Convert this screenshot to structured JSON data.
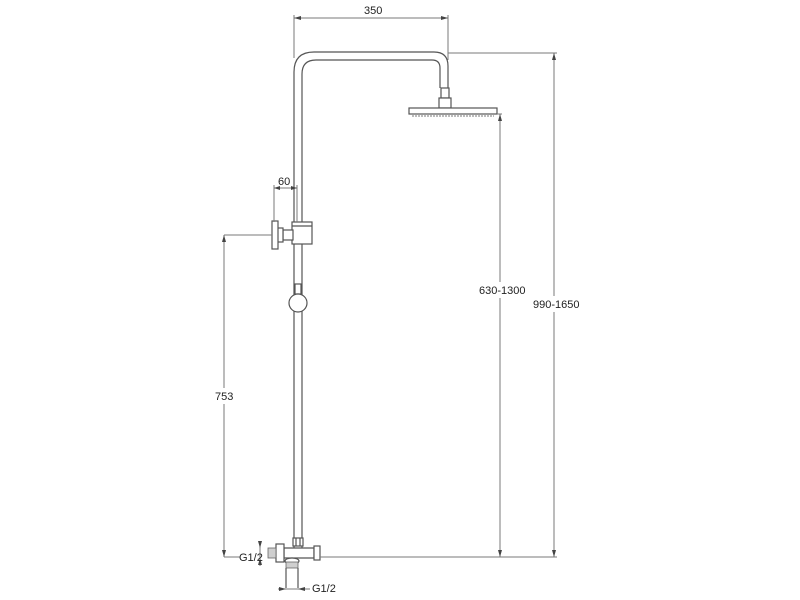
{
  "diagram": {
    "type": "technical drawing",
    "subject": "shower column with overhead rain shower, mixer and hand shower holder",
    "dimensions": {
      "arm_length": "350",
      "holder_offset": "60",
      "holder_height": "753",
      "head_height": "630-1300",
      "total_height": "990-1650",
      "inlet_left": "G1/2",
      "inlet_bottom": "G1/2"
    },
    "colors": {
      "background": "#ffffff",
      "line": "#555555",
      "text": "#222222"
    }
  }
}
